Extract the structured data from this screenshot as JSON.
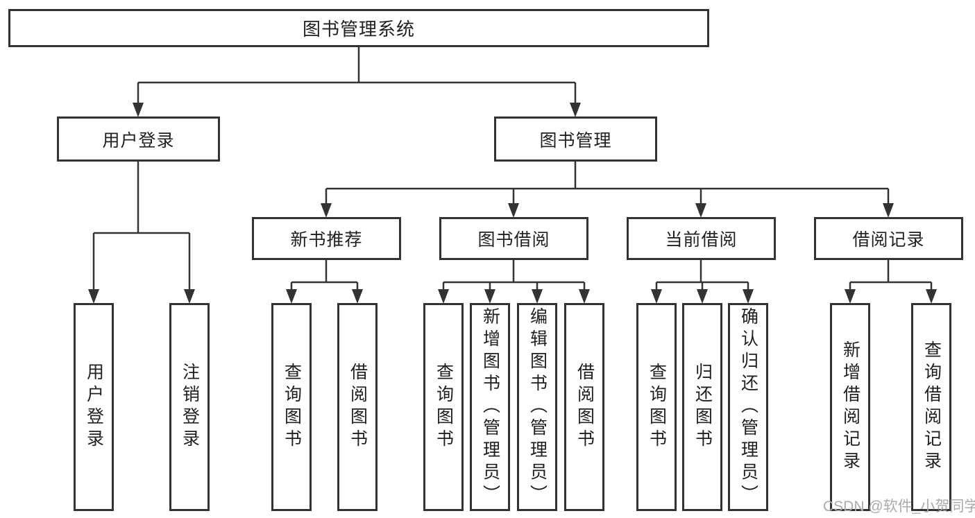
{
  "diagram": {
    "root": {
      "label": "图书管理系统"
    },
    "branches": [
      {
        "label": "用户登录",
        "children": [
          {
            "label": "用户登录"
          },
          {
            "label": "注销登录"
          }
        ]
      },
      {
        "label": "图书管理",
        "sections": [
          {
            "label": "新书推荐",
            "children": [
              {
                "label": "查询图书"
              },
              {
                "label": "借阅图书"
              }
            ]
          },
          {
            "label": "图书借阅",
            "children": [
              {
                "label": "查询图书"
              },
              {
                "label": "新增图书（管理员）"
              },
              {
                "label": "编辑图书（管理员）"
              },
              {
                "label": "借阅图书"
              }
            ]
          },
          {
            "label": "当前借阅",
            "children": [
              {
                "label": "查询图书"
              },
              {
                "label": "归还图书"
              },
              {
                "label": "确认归还（管理员）"
              }
            ]
          },
          {
            "label": "借阅记录",
            "children": [
              {
                "label": "新增借阅记录"
              },
              {
                "label": "查询借阅记录"
              }
            ]
          }
        ]
      }
    ]
  },
  "watermark": {
    "text": "CSDN @软件_小贺同学"
  },
  "colors": {
    "line": "#333333",
    "text": "#1f1f1f",
    "background": "#ffffff",
    "watermark": "#aaaaaa"
  }
}
